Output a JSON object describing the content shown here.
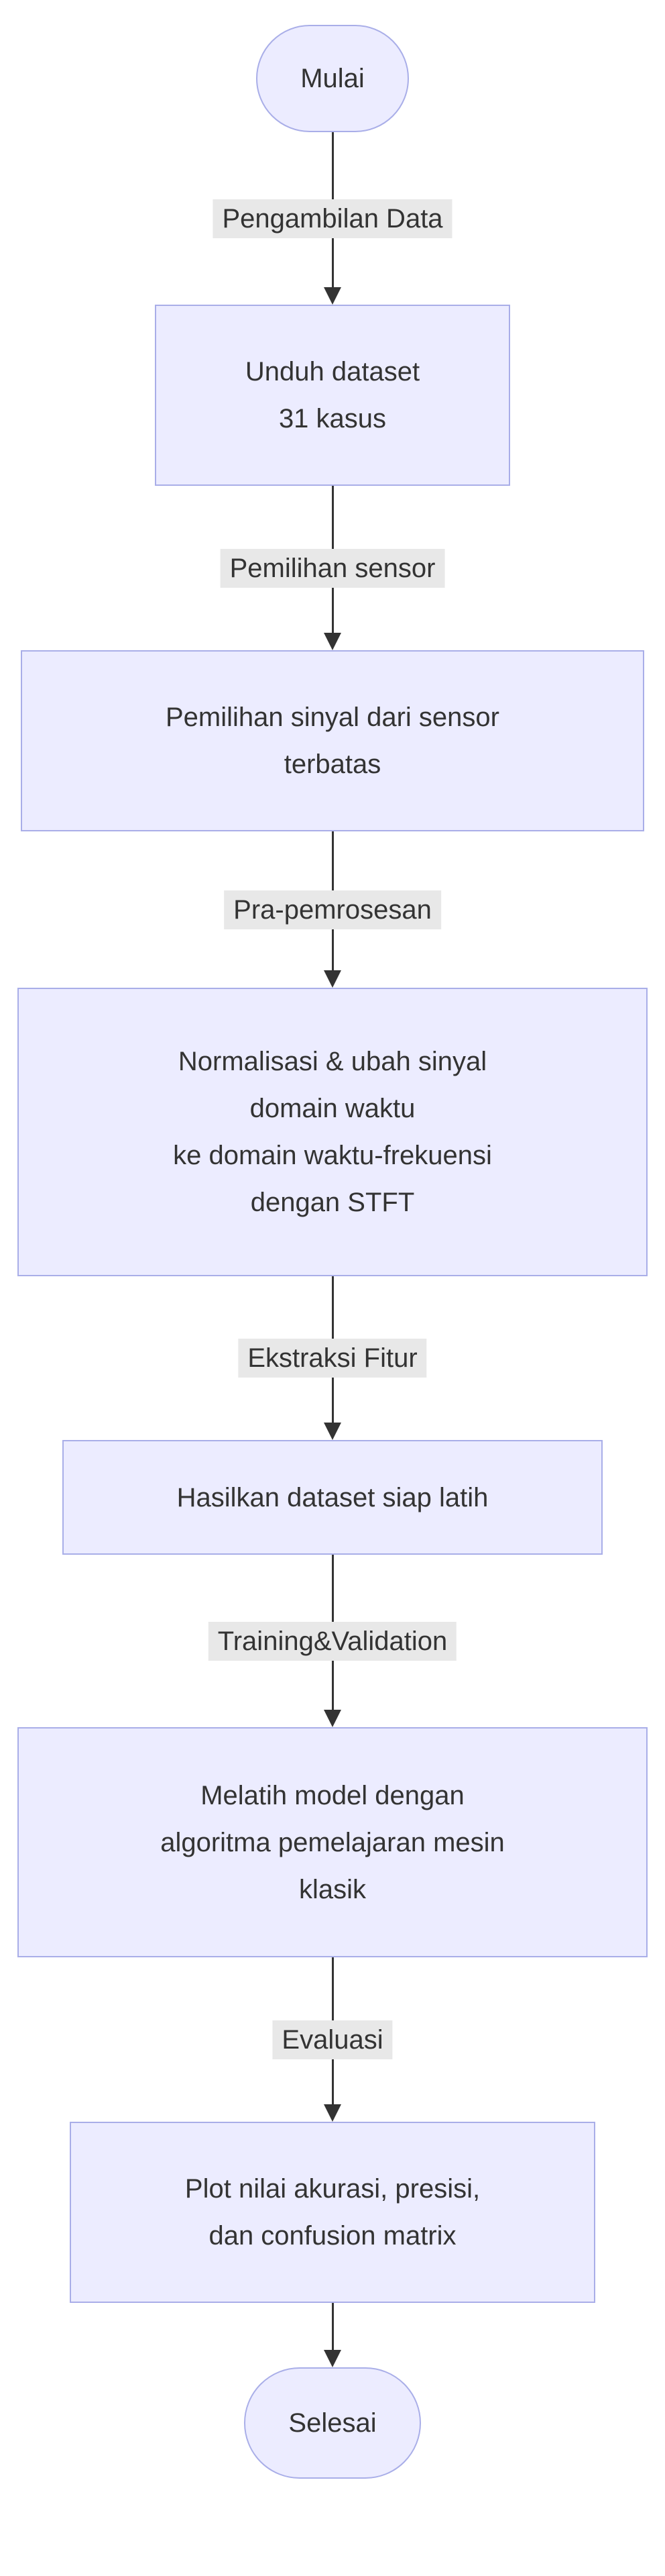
{
  "diagram": {
    "type": "flowchart",
    "direction": "top-down",
    "colors": {
      "node_fill": "#ECECFF",
      "node_border": "#A9AEE8",
      "edge_label_background": "#e8e8e8",
      "line_color": "#333333",
      "text_color": "#333333",
      "page_background": "#ffffff"
    },
    "start": {
      "label": "Mulai",
      "shape": "stadium"
    },
    "end": {
      "label": "Selesai",
      "shape": "stadium"
    },
    "nodes": [
      {
        "id": "n1",
        "shape": "rect",
        "label": "Unduh dataset\n31 kasus"
      },
      {
        "id": "n2",
        "shape": "rect",
        "label": "Pemilihan sinyal dari sensor\nterbatas"
      },
      {
        "id": "n3",
        "shape": "rect",
        "label": "Normalisasi & ubah sinyal\ndomain waktu\nke domain waktu-frekuensi\ndengan STFT"
      },
      {
        "id": "n4",
        "shape": "rect",
        "label": "Hasilkan dataset siap latih"
      },
      {
        "id": "n5",
        "shape": "rect",
        "label": "Melatih model dengan\nalgoritma pemelajaran mesin\nklasik"
      },
      {
        "id": "n6",
        "shape": "rect",
        "label": "Plot nilai akurasi, presisi,\ndan confusion matrix"
      }
    ],
    "edges": [
      {
        "from": "start",
        "to": "n1",
        "label": "Pengambilan Data"
      },
      {
        "from": "n1",
        "to": "n2",
        "label": "Pemilihan sensor"
      },
      {
        "from": "n2",
        "to": "n3",
        "label": "Pra-pemrosesan"
      },
      {
        "from": "n3",
        "to": "n4",
        "label": "Ekstraksi Fitur"
      },
      {
        "from": "n4",
        "to": "n5",
        "label": "Training&Validation"
      },
      {
        "from": "n5",
        "to": "n6",
        "label": "Evaluasi"
      },
      {
        "from": "n6",
        "to": "end",
        "label": ""
      }
    ]
  }
}
